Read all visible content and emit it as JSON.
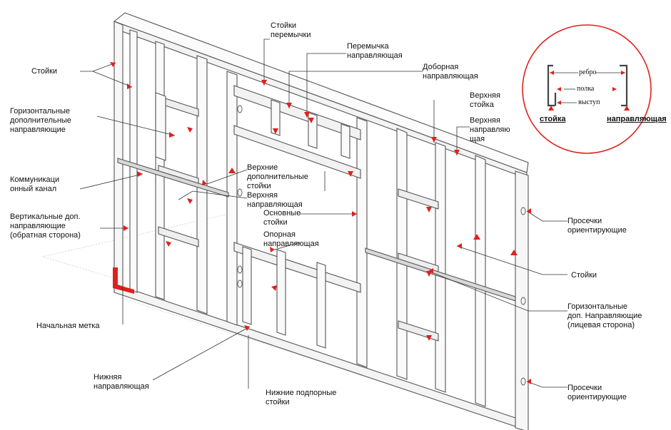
{
  "labels": {
    "stoiki_left": "Стойки",
    "horiz_dop": "Горизонтальные\nдополнительные\nнаправляющие",
    "kommunikac": "Коммуникаци\nонный канал",
    "vert_dop": "Вертикальные доп.\nнаправляющие\n(обратная сторона)",
    "nach_metka": "Начальная метка",
    "nizh_napr": "Нижняя\nнаправляющая",
    "nizh_podpor": "Нижние подпорные\nстойки",
    "stoiki_peremychki": "Стойки\nперемычки",
    "peremychka_napr": "Перемычка\nнаправляющая",
    "dobornaya": "Доборная\nнаправляющая",
    "verkh_stoika": "Верхняя\nстойка",
    "verkh_napr_right": "Верхняя\nнаправляю\nщая",
    "verkh_dop_stoiki": "Верхние\nдополнительные\nстойки",
    "verkh_napr_mid": "Верхняя\nнаправляющая",
    "osnovnye": "Основные\nстойки",
    "opornaya": "Опорная\nнаправляющая",
    "prosechki_top": "Просечки\nориентирующие",
    "stoiki_right": "Стойки",
    "horiz_lic": "Горизонтальные\nдоп. Направляющие\n(лицевая сторона)",
    "prosechki_bottom": "Просечки\nориентирующие"
  },
  "inset": {
    "rebro": "ребро",
    "polka": "полка",
    "vystup": "выступ",
    "stoika": "стойка",
    "napravlyayushchaya": "направляющая"
  },
  "colors": {
    "accent": "#e0201c",
    "frame": "#555555",
    "leader": "#333333"
  }
}
